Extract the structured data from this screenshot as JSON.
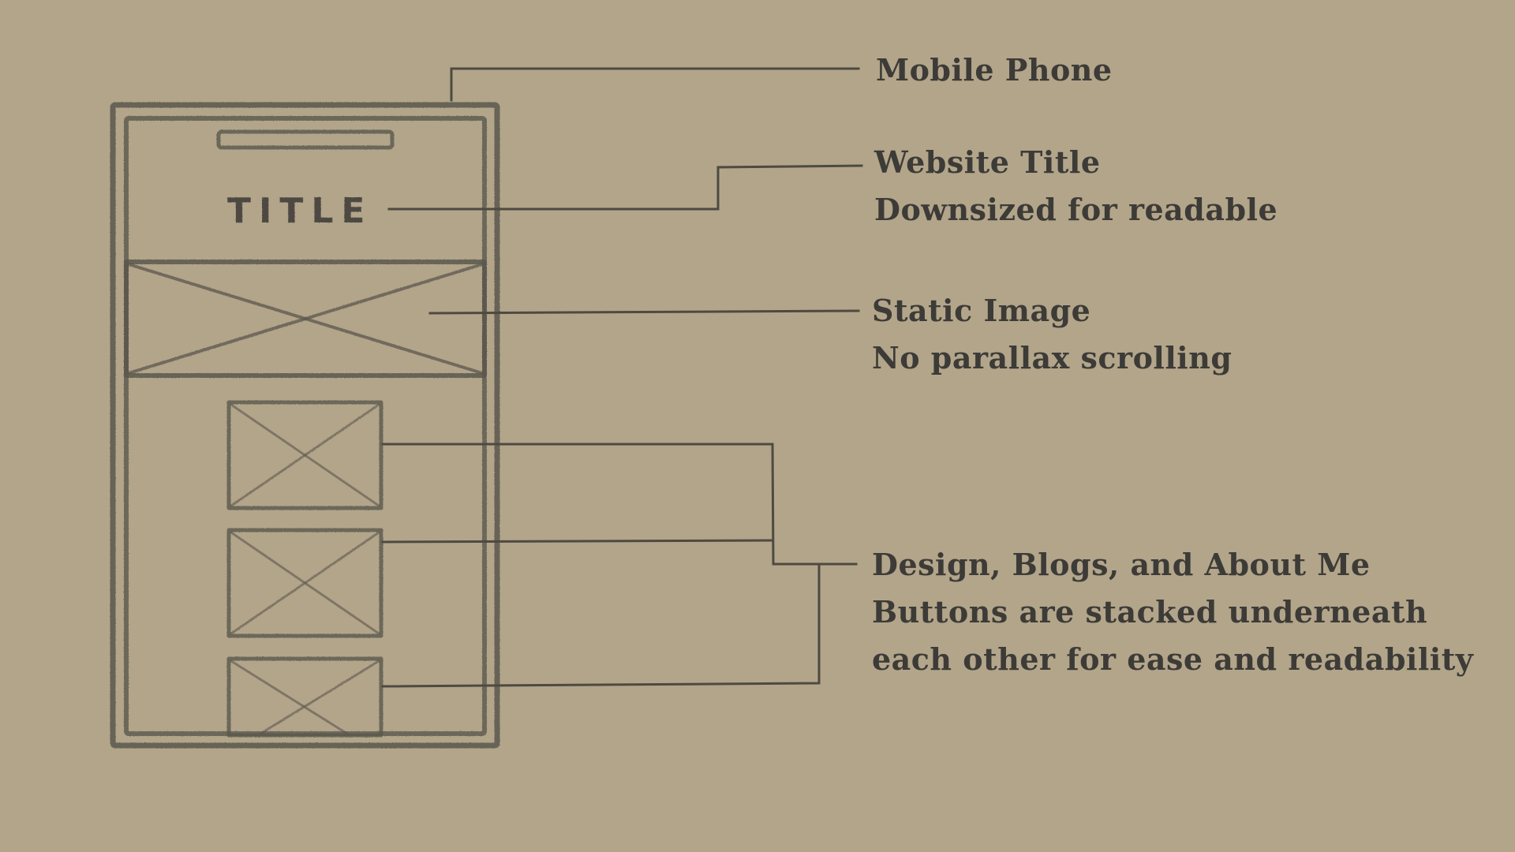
{
  "sketch": {
    "title_text": "TITLE"
  },
  "annotations": {
    "mobile_phone": {
      "lines": [
        "Mobile Phone"
      ]
    },
    "website_title": {
      "lines": [
        "Website Title",
        "Downsized for readable"
      ]
    },
    "static_image": {
      "lines": [
        "Static Image",
        "No parallax scrolling"
      ]
    },
    "buttons": {
      "lines": [
        "Design, Blogs, and About Me",
        "Buttons are stacked underneath",
        "each other for ease and readability"
      ]
    }
  },
  "colors": {
    "background": "#b2a58a",
    "sketch_stroke": "#5b574c",
    "leader_stroke": "#4e4a41",
    "text": "#3d3b37"
  }
}
